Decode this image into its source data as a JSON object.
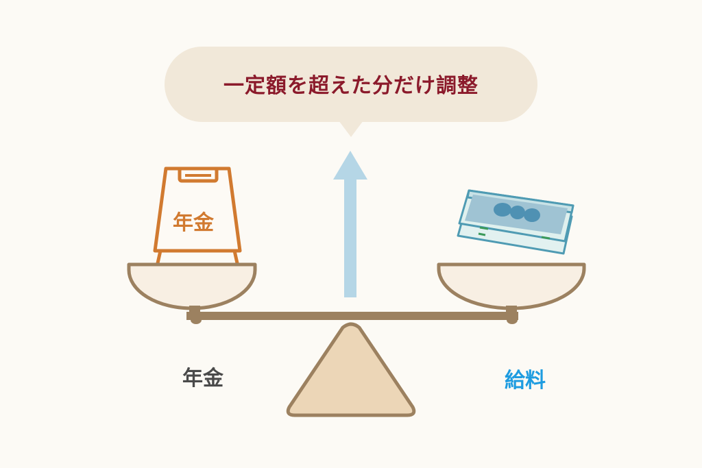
{
  "bubble": {
    "text": "一定額を超えた分だけ調整",
    "text_color": "#8b1a2b",
    "fill_color": "#f1e8d9"
  },
  "left_pan": {
    "sign_text": "年金",
    "sign_color": "#d17a30",
    "label": "年金",
    "label_color": "#4a4a4a"
  },
  "right_pan": {
    "object": "banknote-stack",
    "label": "給料",
    "label_color": "#1e9ce0"
  },
  "arrow": {
    "direction": "up",
    "color": "#b5d6e6"
  },
  "scale": {
    "beam_color": "#9c8160",
    "pan_fill": "#f8efe3",
    "fulcrum_fill": "#ecd6b7"
  },
  "colors": {
    "background": "#fcfaf5"
  }
}
